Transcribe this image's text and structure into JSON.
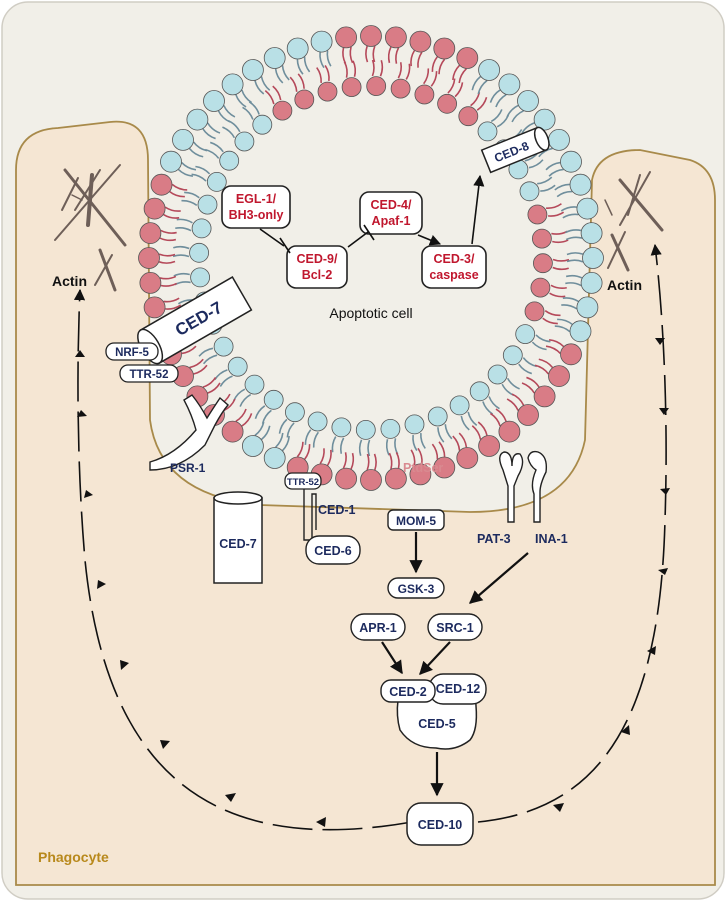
{
  "diagram": {
    "cell_label": "Apoptotic cell",
    "phagocyte_label": "Phagocyte",
    "ptdser_label": "PtdSer",
    "actin_left": "Actin",
    "actin_right": "Actin",
    "pathway_inside": {
      "egl1": [
        "EGL-1/",
        "BH3-only"
      ],
      "ced9": [
        "CED-9/",
        "Bcl-2"
      ],
      "ced4": [
        "CED-4/",
        "Apaf-1"
      ],
      "ced3": [
        "CED-3/",
        "caspase"
      ]
    },
    "ced8": "CED-8",
    "ced7_top": "CED-7",
    "nrf5": "NRF-5",
    "ttr52_left": "TTR-52",
    "psr1": "PSR-1",
    "ced7_bottom": "CED-7",
    "ttr52_small": "TTR-52",
    "ced1": "CED-1",
    "ced6": "CED-6",
    "mom5": "MOM-5",
    "gsk3": "GSK-3",
    "pat3": "PAT-3",
    "ina1": "INA-1",
    "apr1": "APR-1",
    "src1": "SRC-1",
    "ced2": "CED-2",
    "ced12": "CED-12",
    "ced5": "CED-5",
    "ced10": "CED-10"
  },
  "colors": {
    "phagocyte_fill": "#f5e6d3",
    "phagocyte_stroke": "#a88a4a",
    "background": "#f1efe8",
    "lipid_blue": "#b9e0e6",
    "lipid_red": "#d97c86",
    "red_text": "#c0172e",
    "navy_text": "#1c2a5e",
    "ptdser_text": "#d98a90",
    "phagocyte_text": "#b8891c"
  }
}
